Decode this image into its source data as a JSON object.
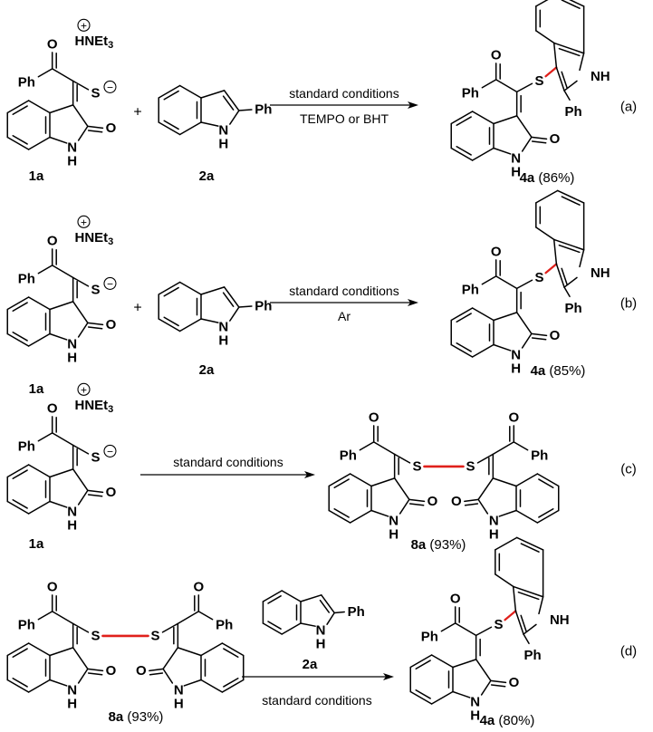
{
  "atoms": {
    "ph": "Ph",
    "s": "S",
    "o": "O",
    "n": "N",
    "h": "H",
    "nh": "NH",
    "hnet3_main": "HNEt",
    "hnet3_sub": "3",
    "plus_charge": "+",
    "minus_charge": "−",
    "plus_sign": "+"
  },
  "colors": {
    "new_bond": "#e0201b",
    "ink": "#000000"
  },
  "rows": [
    {
      "tag": "(a)",
      "conditions_top": "standard conditions",
      "conditions_bottom": "TEMPO or BHT",
      "reactant1_label": "1a",
      "reactant2_label": "2a",
      "product_label": "4a",
      "product_yield": "(86%)"
    },
    {
      "tag": "(b)",
      "conditions_top": "standard conditions",
      "conditions_bottom": "Ar",
      "reactant1_label": "1a",
      "reactant2_label": "2a",
      "product_label": "4a",
      "product_yield": "(85%)"
    },
    {
      "tag": "(c)",
      "conditions_top": "standard conditions",
      "conditions_bottom": "",
      "reactant1_label": "1a",
      "product_label": "8a",
      "product_yield": "(93%)"
    },
    {
      "tag": "(d)",
      "conditions_top": "",
      "conditions_bottom": "standard conditions",
      "reactant1_label": "8a",
      "reactant1_yield": "(93%)",
      "reagent_label": "2a",
      "product_label": "4a",
      "product_yield": "(80%)"
    }
  ]
}
